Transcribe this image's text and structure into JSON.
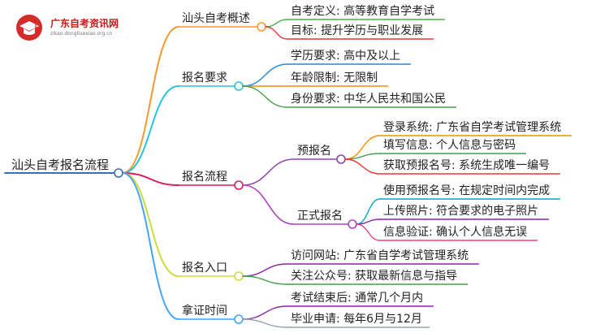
{
  "brand": {
    "title": "广东自考资讯网",
    "url": "zikao.dongliuexiao.org.cn",
    "logo_color": "#d62b2b"
  },
  "mindmap": {
    "root": "汕头自考报名流程",
    "branches": [
      {
        "label": "汕头自考概述",
        "color": "#f39a2b",
        "children": [
          {
            "label": "自考定义: 高等教育自学考试",
            "color": "#4caf50"
          },
          {
            "label": "目标: 提升学历与职业发展",
            "color": "#e53935"
          }
        ]
      },
      {
        "label": "报名要求",
        "color": "#26c6da",
        "children": [
          {
            "label": "学历要求: 高中及以上",
            "color": "#1e88e5"
          },
          {
            "label": "年龄限制: 无限制",
            "color": "#fb8c00"
          },
          {
            "label": "身份要求: 中华人民共和国公民",
            "color": "#43a047"
          }
        ]
      },
      {
        "label": "报名流程",
        "color": "#d81b60",
        "children": [
          {
            "label": "预报名",
            "color": "#8e44ad",
            "children": [
              {
                "label": "登录系统: 广东省自学考试管理系统",
                "color": "#fb8c00"
              },
              {
                "label": "填写信息: 个人信息与密码",
                "color": "#43a047"
              },
              {
                "label": "获取预报名号: 系统生成唯一编号",
                "color": "#e53935"
              }
            ]
          },
          {
            "label": "正式报名",
            "color": "#ab47bc",
            "children": [
              {
                "label": "使用预报名号: 在规定时间内完成",
                "color": "#00acc1"
              },
              {
                "label": "上传照片: 符合要求的电子照片",
                "color": "#8e24aa"
              },
              {
                "label": "信息验证: 确认个人信息无误",
                "color": "#ec407a"
              }
            ]
          }
        ]
      },
      {
        "label": "报名入口",
        "color": "#cddc39",
        "children": [
          {
            "label": "访问网站: 广东省自学考试管理系统",
            "color": "#8e24aa"
          },
          {
            "label": "关注公众号: 获取最新信息与指导",
            "color": "#43a047"
          }
        ]
      },
      {
        "label": "拿证时间",
        "color": "#42a5f5",
        "children": [
          {
            "label": "考试结束后: 通常几个月内",
            "color": "#8e24aa"
          },
          {
            "label": "毕业申请: 每年6月与12月",
            "color": "#90a4ae"
          }
        ]
      }
    ]
  }
}
